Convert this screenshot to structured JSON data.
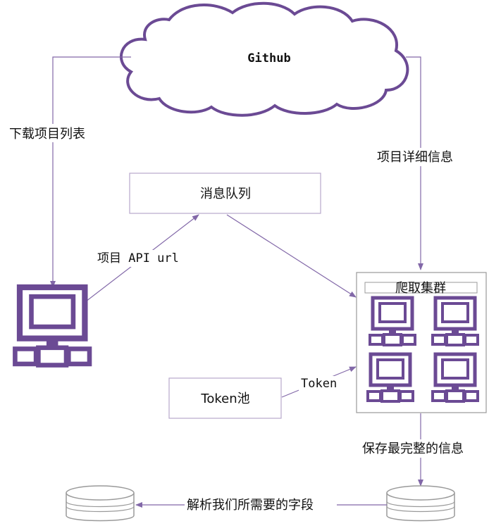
{
  "colors": {
    "accent": "#6b4a94",
    "edge": "#8268a8",
    "box_border": "#b8a8cc",
    "text": "#111111"
  },
  "nodes": {
    "cloud": {
      "label": "Github"
    },
    "queue": {
      "label": "消息队列"
    },
    "cluster": {
      "label": "爬取集群"
    },
    "token_pool": {
      "label": "Token池"
    }
  },
  "edges": {
    "download_list": "下载项目列表",
    "project_details": "项目详细信息",
    "api_url": "项目 API url",
    "token": "Token",
    "save_info": "保存最完整的信息",
    "parse_fields": "解析我们所需要的字段"
  },
  "icons": {
    "github_cloud": "cloud-icon",
    "local_computer": "networked-computer-icon",
    "cluster_computers": "networked-computer-icon",
    "storage": "database-icon"
  }
}
